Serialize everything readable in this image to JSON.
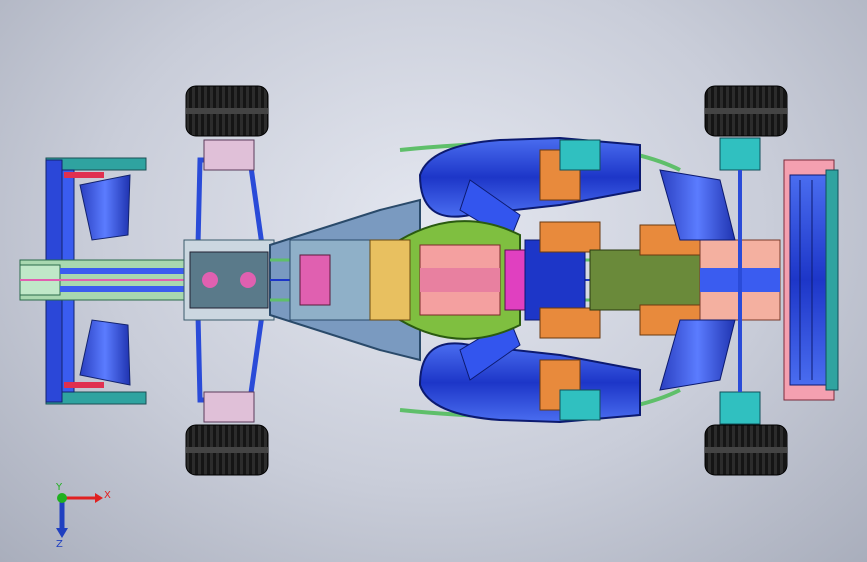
{
  "viewport": {
    "background_top": "#e4e7f0",
    "background_bottom": "#a9aebc"
  },
  "triad": {
    "x_label": "X",
    "y_label": "Y",
    "z_label": "Z",
    "x_color": "#e02020",
    "y_color": "#20b020",
    "z_color": "#2040c0"
  },
  "model": {
    "body_color": "#2a4bd8",
    "tire_color": "#1a1a1a",
    "accent_colors": [
      "#e88a3c",
      "#e060b0",
      "#30c0c0",
      "#7fbf40",
      "#f4a0a0",
      "#6a8a3a"
    ]
  }
}
